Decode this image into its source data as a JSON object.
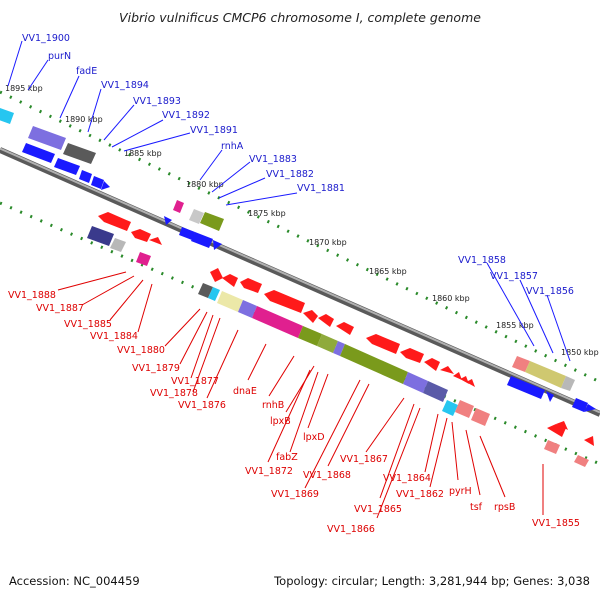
{
  "title": "Vibrio vulnificus CMCP6 chromosome I, complete genome",
  "footer": {
    "accession": "Accession: NC_004459",
    "topology": "Topology: circular; Length: 3,281,944 bp; Genes: 3,038"
  },
  "colors": {
    "forward_strand": "#1a1aff",
    "reverse_strand": "#ff1a1a",
    "backbone": "#8c8c8c",
    "ticks": "#2a8a2a"
  },
  "scale_labels": [
    "1895 kbp",
    "1890 kbp",
    "1885 kbp",
    "1880 kbp",
    "1875 kbp",
    "1870 kbp",
    "1865 kbp",
    "1860 kbp",
    "1855 kbp",
    "1850 kbp"
  ],
  "forward_genes": [
    "VV1_1900",
    "purN",
    "fadE",
    "VV1_1894",
    "VV1_1893",
    "VV1_1892",
    "VV1_1891",
    "rnhA",
    "VV1_1883",
    "VV1_1882",
    "VV1_1881",
    "VV1_1858",
    "VV1_1857",
    "VV1_1856"
  ],
  "reverse_genes": [
    "VV1_1888",
    "VV1_1887",
    "VV1_1885",
    "VV1_1884",
    "VV1_1880",
    "VV1_1879",
    "VV1_1877",
    "VV1_1878",
    "VV1_1876",
    "dnaE",
    "rnhB",
    "lpxB",
    "lpxD",
    "fabZ",
    "VV1_1872",
    "VV1_1869",
    "VV1_1868",
    "VV1_1867",
    "VV1_1865",
    "VV1_1866",
    "VV1_1864",
    "VV1_1862",
    "pyrH",
    "tsf",
    "rpsB",
    "VV1_1855"
  ]
}
